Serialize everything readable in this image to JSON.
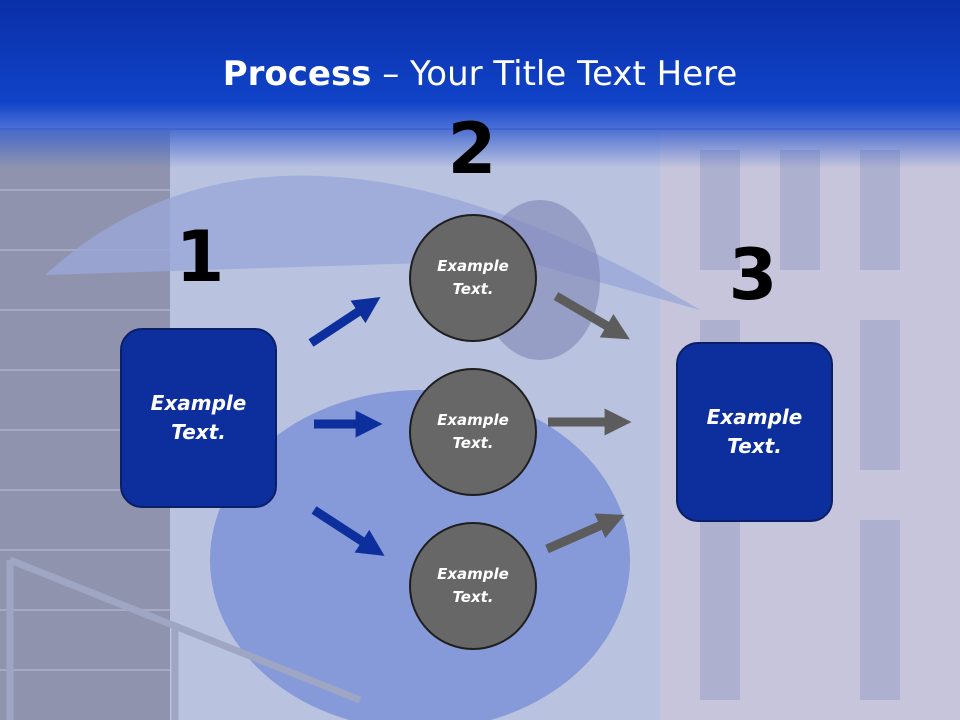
{
  "slide": {
    "title_bold": "Process",
    "title_rest": " – Your Title Text Here"
  },
  "steps": {
    "one": "1",
    "two": "2",
    "three": "3"
  },
  "boxes": {
    "left": "Example\nText.",
    "right": "Example\nText."
  },
  "circles": {
    "top": "Example\nText.",
    "middle": "Example\nText.",
    "bottom": "Example\nText."
  },
  "colors": {
    "header": "#0b33b5",
    "box": "#0d2f9e",
    "circle": "#676767",
    "arrow_blue": "#0d2f9e",
    "arrow_gray": "#5c5c5c"
  }
}
